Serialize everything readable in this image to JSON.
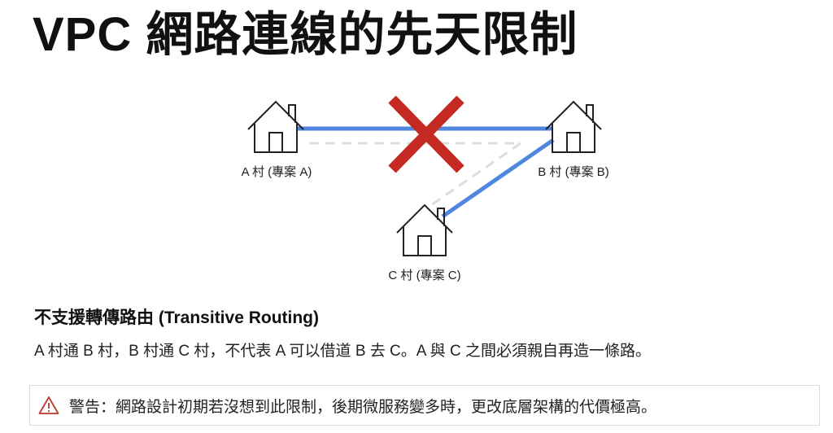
{
  "title": "VPC 網路連線的先天限制",
  "diagram": {
    "nodes": [
      {
        "id": "A",
        "label": "A 村 (專案 A)"
      },
      {
        "id": "B",
        "label": "B 村 (專案 B)"
      },
      {
        "id": "C",
        "label": "C 村 (專案 C)"
      }
    ],
    "connections": [
      {
        "from": "A",
        "to": "B",
        "type": "direct"
      },
      {
        "from": "B",
        "to": "C",
        "type": "direct"
      },
      {
        "from": "A",
        "to": "C",
        "type": "transitive-blocked"
      }
    ],
    "colors": {
      "link": "#4f86e0",
      "blocked": "#c42a22",
      "dashed": "#dddddd"
    }
  },
  "section": {
    "heading": "不支援轉傳路由 (Transitive Routing)",
    "body": "A 村通 B 村，B 村通 C 村，不代表 A 可以借道 B 去 C。A 與 C 之間必須親自再造一條路。"
  },
  "warning": {
    "icon": "warning-triangle-icon",
    "text": "警告：網路設計初期若沒想到此限制，後期微服務變多時，更改底層架構的代價極高。",
    "color": "#c0392b"
  }
}
